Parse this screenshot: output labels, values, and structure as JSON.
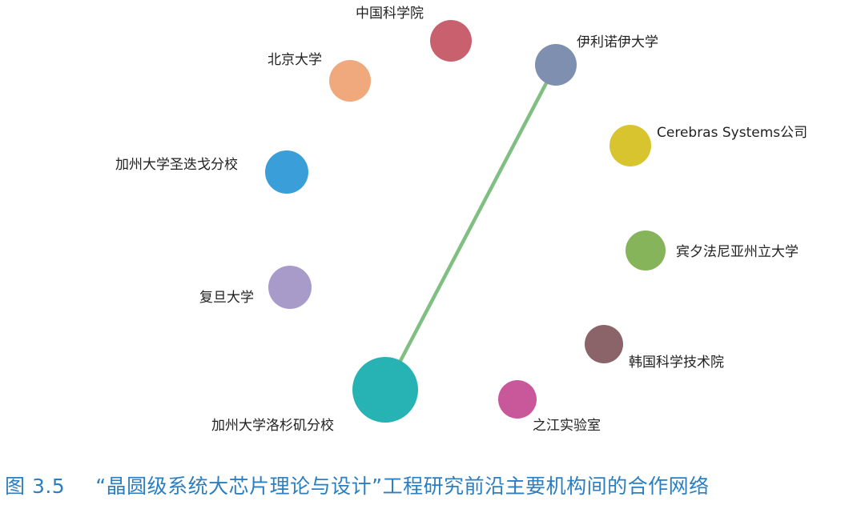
{
  "diagram": {
    "type": "collaboration-network",
    "nodes": [
      {
        "label": "中国科学院",
        "color": "#c9606e"
      },
      {
        "label": "北京大学",
        "color": "#f0a97c"
      },
      {
        "label": "伊利诺伊大学",
        "color": "#7f8fb0"
      },
      {
        "label": "Cerebras Systems公司",
        "color": "#d8c42f"
      },
      {
        "label": "加州大学圣迭戈分校",
        "color": "#3a9fd8"
      },
      {
        "label": "宾夕法尼亚州立大学",
        "color": "#86b45a"
      },
      {
        "label": "复旦大学",
        "color": "#a99bc9"
      },
      {
        "label": "韩国科学技术院",
        "color": "#8a6468"
      },
      {
        "label": "加州大学洛杉矶分校",
        "color": "#27b2b3"
      },
      {
        "label": "之江实验室",
        "color": "#c9589b"
      }
    ],
    "edges": [
      {
        "from": "伊利诺伊大学",
        "to": "加州大学洛杉矶分校",
        "color": "#7fbf82"
      }
    ]
  },
  "caption": {
    "number": "图 3.5",
    "text": "“晶圆级系统大芯片理论与设计”工程研究前沿主要机构间的合作网络",
    "color": "#2b7fc1"
  }
}
